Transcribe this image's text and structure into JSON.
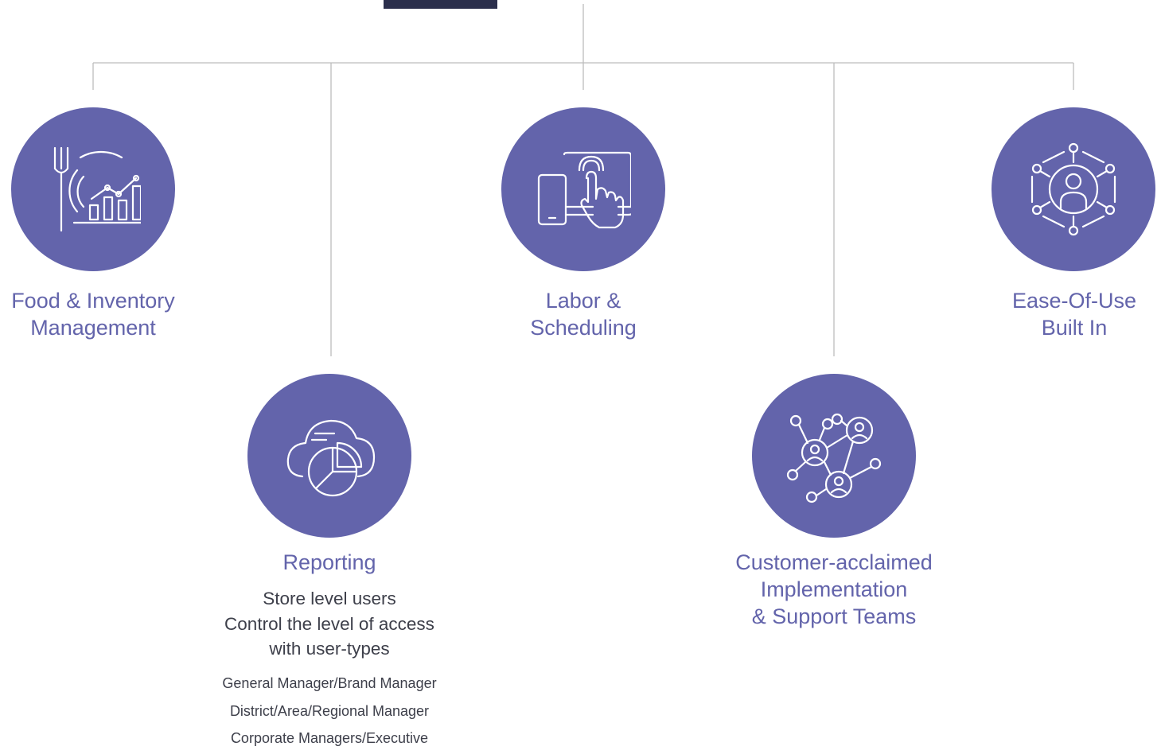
{
  "colors": {
    "circle": "#6364ab",
    "title_text": "#6364ab",
    "body_text": "#3d3f4a",
    "connector": "#bdbdbd",
    "root_box": "#2b2f4c"
  },
  "nodes": {
    "food": {
      "icon": "plate-fork-chart-icon",
      "title_lines": [
        "Food & Inventory",
        "Management"
      ]
    },
    "reporting": {
      "icon": "cloud-pie-chart-icon",
      "title_lines": [
        "Reporting"
      ],
      "desc_lines": [
        "Store level users",
        "Control the level of access",
        "with user-types"
      ],
      "user_types": [
        "General Manager/Brand Manager",
        "District/Area/Regional Manager",
        "Corporate Managers/Executive"
      ]
    },
    "labor": {
      "icon": "devices-touch-icon",
      "title_lines": [
        "Labor &",
        "Scheduling"
      ]
    },
    "support": {
      "icon": "people-network-icon",
      "title_lines": [
        "Customer-acclaimed",
        "Implementation",
        "& Support Teams"
      ]
    },
    "ease": {
      "icon": "user-network-icon",
      "title_lines": [
        "Ease-Of-Use",
        "Built In"
      ]
    }
  }
}
